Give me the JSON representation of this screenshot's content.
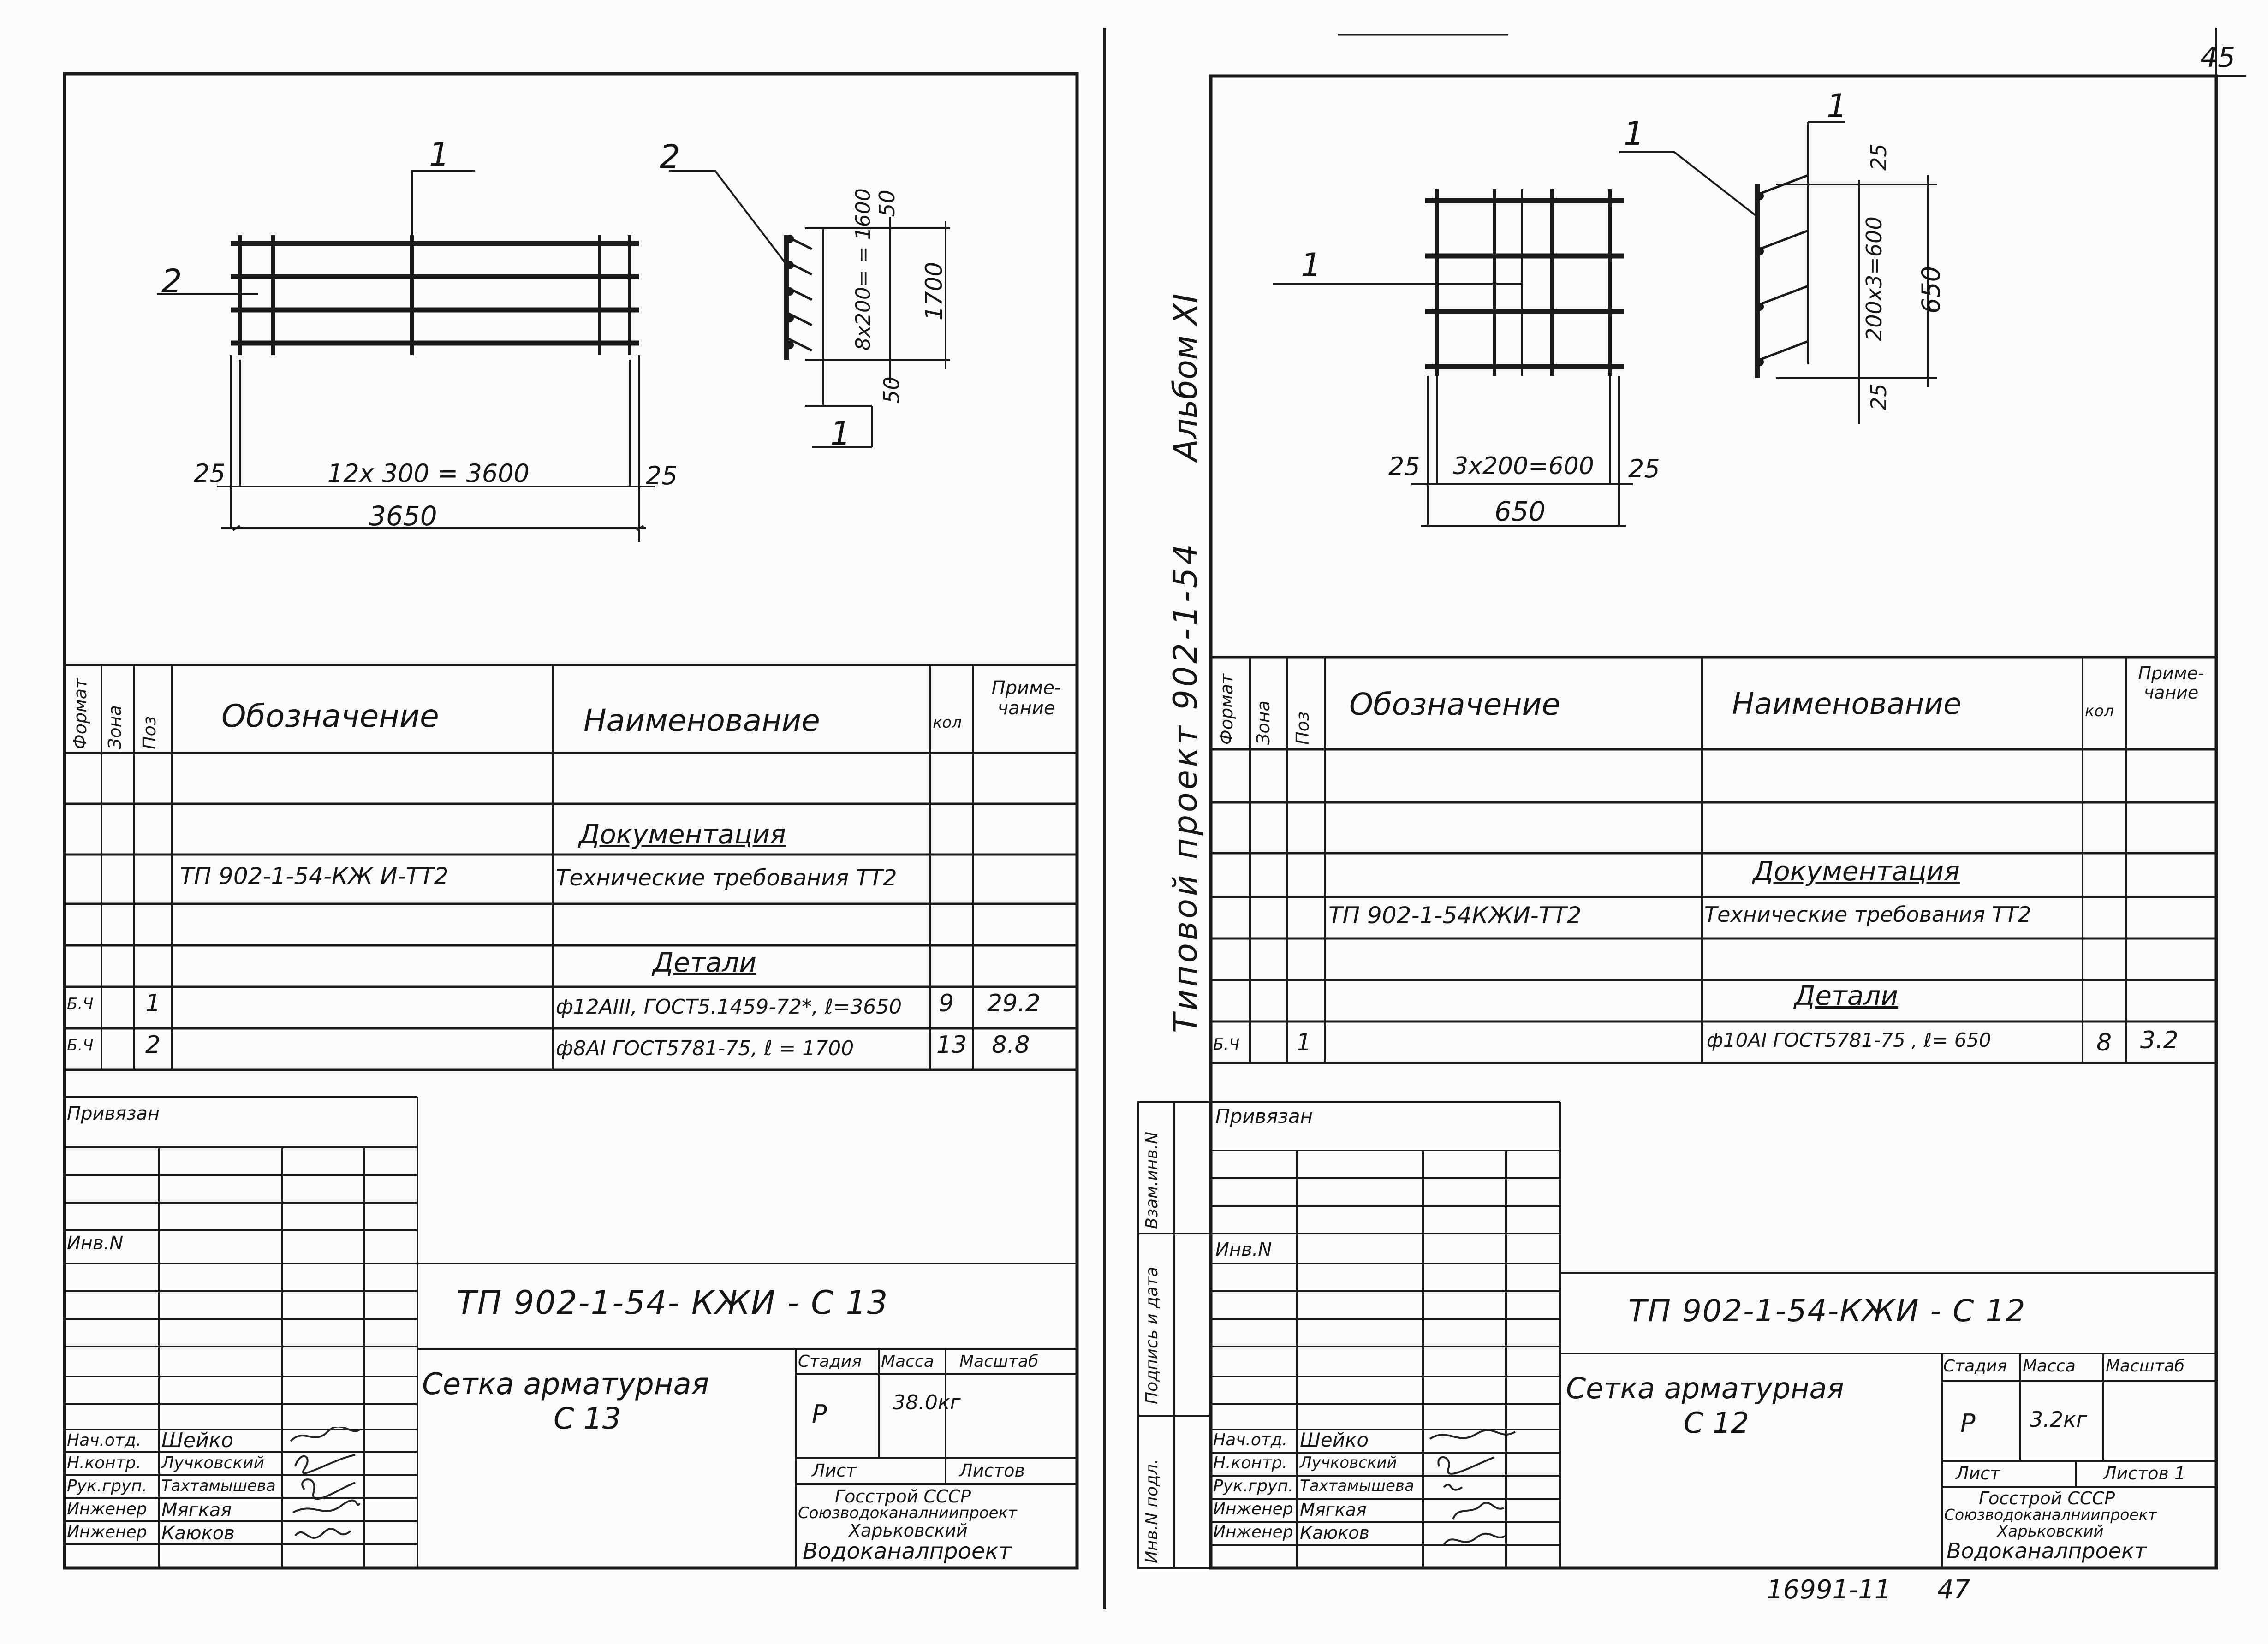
{
  "page_number": "45",
  "album": {
    "text": "Альбом XI"
  },
  "project": {
    "text": "Типовой проект 902-1-54"
  },
  "bottom": {
    "inventory_no": "16991-11",
    "sheet_no": "47"
  },
  "left": {
    "drawing": {
      "callout_1": "1",
      "callout_2": "2",
      "callout_2b": "2",
      "callout_1b": "1",
      "dim_left": "25",
      "dim_mid": "12х 300 = 3600",
      "dim_right": "25",
      "dim_total": "3650",
      "sect_top": "50",
      "sect_mid": "8х200= = 1600",
      "sect_bot": "50",
      "sect_total": "1700"
    },
    "spec": {
      "headers": {
        "format": "Формат",
        "zone": "Зона",
        "pos": "Поз",
        "designation": "Обозначение",
        "name": "Наименование",
        "qty": "кол",
        "note": "Приме-чание"
      },
      "section_doc": "Документация",
      "doc_code": "ТП 902-1-54-КЖ И-ТТ2",
      "doc_name": "Технические требования ТТ2",
      "section_parts": "Детали",
      "rows": [
        {
          "format": "Б.Ч",
          "pos": "1",
          "name": "ф12АIII, ГОСТ5.1459-72*, ℓ=3650",
          "qty": "9",
          "note": "29.2"
        },
        {
          "format": "Б.Ч",
          "pos": "2",
          "name": "ф8АI ГОСТ5781-75, ℓ = 1700",
          "qty": "13",
          "note": "8.8"
        }
      ]
    },
    "title": {
      "privyazan": "Привязан",
      "inv": "Инв.N",
      "code": "ТП 902-1-54- КЖИ - С 13",
      "name_line1": "Сетка арматурная",
      "name_line2": "С 13",
      "stage_label": "Стадия",
      "mass_label": "Масса",
      "scale_label": "Масштаб",
      "stage": "Р",
      "mass": "38.0кг",
      "sheet_label": "Лист",
      "sheets_label": "Листов",
      "org1": "Госстрой СССР",
      "org2": "Союзводоканалниипроект",
      "org3": "Харьковский",
      "org4": "Водоканалпроект",
      "roles": [
        "Нач.отд.",
        "Н.контр.",
        "Рук.груп.",
        "Инженер",
        "Инженер"
      ],
      "people": [
        "Шейко",
        "Лучковский",
        "Тахтамышева",
        "Мягкая",
        "Каюков"
      ]
    }
  },
  "right": {
    "drawing": {
      "callout_1a": "1",
      "callout_1b": "1",
      "callout_1c": "1",
      "dim_left": "25",
      "dim_mid": "3х200=600",
      "dim_right": "25",
      "dim_total": "650",
      "sect_top": "25",
      "sect_mid": "200х3=600",
      "sect_bot": "25",
      "sect_total": "650"
    },
    "spec": {
      "headers": {
        "format": "Формат",
        "zone": "Зона",
        "pos": "Поз",
        "designation": "Обозначение",
        "name": "Наименование",
        "qty": "кол",
        "note": "Приме-чание"
      },
      "section_doc": "Документация",
      "doc_code": "ТП 902-1-54КЖИ-ТТ2",
      "doc_name": "Технические требования ТТ2",
      "section_parts": "Детали",
      "rows": [
        {
          "format": "Б.Ч",
          "pos": "1",
          "name": "ф10АI ГОСТ5781-75 , ℓ= 650",
          "qty": "8",
          "note": "3.2"
        }
      ]
    },
    "side_labels": [
      "Взам.инв.N",
      "Подпись и дата",
      "Инв.N подл."
    ],
    "title": {
      "privyazan": "Привязан",
      "inv": "Инв.N",
      "code": "ТП 902-1-54-КЖИ - С 12",
      "name_line1": "Сетка арматурная",
      "name_line2": "С 12",
      "stage_label": "Стадия",
      "mass_label": "Масса",
      "scale_label": "Масштаб",
      "stage": "Р",
      "mass": "3.2кг",
      "sheet_label": "Лист",
      "sheets_label": "Листов 1",
      "org1": "Госстрой СССР",
      "org2": "Союзводоканалниипроект",
      "org3": "Харьковский",
      "org4": "Водоканалпроект",
      "roles": [
        "Нач.отд.",
        "Н.контр.",
        "Рук.груп.",
        "Инженер",
        "Инженер"
      ],
      "people": [
        "Шейко",
        "Лучковский",
        "Тахтамышева",
        "Мягкая",
        "Каюков"
      ]
    }
  }
}
